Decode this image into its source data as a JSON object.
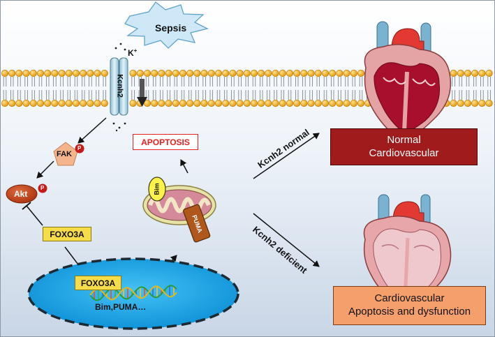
{
  "labels": {
    "sepsis": "Sepsis",
    "potassium": "K",
    "potassium_sup": "+",
    "channel": "Kcnh2",
    "fak": "FAK",
    "akt": "Akt",
    "phospho": "P",
    "foxo3a_cyto": "FOXO3A",
    "foxo3a_nuc": "FOXO3A",
    "nucleus_genes": "Bim,PUMA…",
    "bim": "Bim",
    "puma": "PUMA",
    "apoptosis": "APOPTOSIS",
    "branch_normal": "Kcnh2 normal",
    "branch_deficient": "Kcnh2 deficient",
    "outcome_normal_line1": "Normal",
    "outcome_normal_line2": "Cardiovascular",
    "outcome_deficient_line1": "Cardiovascular",
    "outcome_deficient_line2": "Apoptosis and dysfunction"
  },
  "colors": {
    "background_top": "#ffffff",
    "background_bottom": "#c9d6e6",
    "membrane_head": "#f2a81d",
    "membrane_tail": "#6f7b86",
    "channel": "#b9d9e6",
    "sepsis_star": "#cfe8f7",
    "fak": "#f4b48c",
    "akt": "#c8461e",
    "phospho": "#c41a1a",
    "foxo3a_box": "#f7dc4a",
    "nucleus_fill": "#1aa7e8",
    "apoptosis_text": "#e82020",
    "normal_box": "#a01c1c",
    "deficient_box": "#f5a06a"
  },
  "icons": [
    "sepsis-star-icon",
    "potassium-channel-icon",
    "mitochondrion-icon",
    "dna-helix-icon",
    "heart-normal-icon",
    "heart-deficient-icon"
  ]
}
